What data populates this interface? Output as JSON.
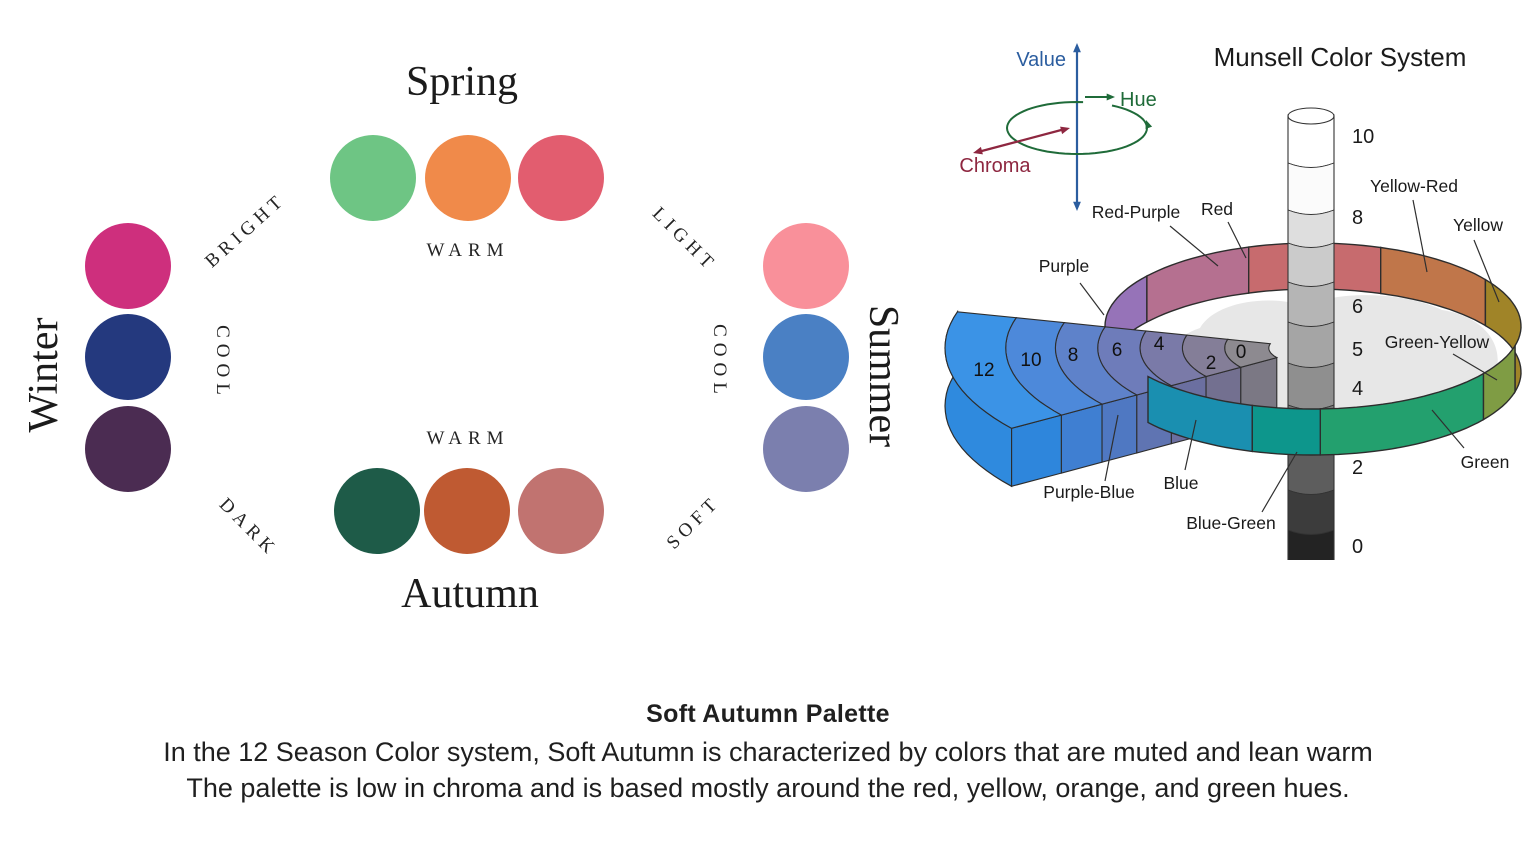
{
  "seasons_wheel": {
    "spring": {
      "title": "Spring",
      "axis_label": "WARM",
      "colors": [
        "#6ec584",
        "#f08a4a",
        "#e25d6f"
      ]
    },
    "summer": {
      "title": "Summer",
      "axis_label": "COOL",
      "colors": [
        "#f9909a",
        "#4a80c4",
        "#7b7fae"
      ]
    },
    "autumn": {
      "title": "Autumn",
      "axis_label": "WARM",
      "colors": [
        "#1e5b48",
        "#bf5a32",
        "#c17370"
      ]
    },
    "winter": {
      "title": "Winter",
      "axis_label": "COOL",
      "colors": [
        "#ce2f7d",
        "#24397e",
        "#4b2c52"
      ]
    },
    "corner_labels": {
      "top_left": "BRIGHT",
      "top_right": "LIGHT",
      "bottom_left": "DARK",
      "bottom_right": "SOFT"
    }
  },
  "munsell": {
    "title": "Munsell Color System",
    "axis_arrows": {
      "value": {
        "label": "Value",
        "color": "#2b5d9f"
      },
      "hue": {
        "label": "Hue",
        "color": "#1f6b39"
      },
      "chroma": {
        "label": "Chroma",
        "color": "#8e2740"
      }
    },
    "value_scale": [
      [
        "10",
        143
      ],
      [
        "8",
        224
      ],
      [
        "6",
        313
      ],
      [
        "5",
        356
      ],
      [
        "4",
        395
      ],
      [
        "2",
        474
      ],
      [
        "0",
        553
      ]
    ],
    "pole_bands": [
      [
        115,
        "#ffffff"
      ],
      [
        163,
        "#fbfbfb"
      ],
      [
        210,
        "#dedede"
      ],
      [
        243,
        "#cbcbcb"
      ],
      [
        282,
        "#b5b5b5"
      ],
      [
        322,
        "#a5a5a5"
      ],
      [
        363,
        "#8f8f8f"
      ],
      [
        405,
        "#787878"
      ],
      [
        447,
        "#5d5d5d"
      ],
      [
        490,
        "#3c3c3c"
      ],
      [
        530,
        "#232323"
      ],
      [
        572,
        "#101010"
      ],
      [
        578,
        null
      ]
    ],
    "hue_segments": [
      {
        "name": "Purple",
        "color": "#9673b8",
        "t1": 180,
        "t2": 217,
        "layer": "back",
        "label": [
          1064,
          272
        ],
        "leader": [
          1080,
          283,
          1104,
          315
        ]
      },
      {
        "name": "Red-Purple",
        "color": "#b57090",
        "t1": 217,
        "t2": 252,
        "layer": "back",
        "label": [
          1136,
          218
        ],
        "leader": [
          1170,
          226,
          1218,
          266
        ]
      },
      {
        "name": "Red",
        "color": "#c76b6e",
        "t1": 252,
        "t2": 289,
        "layer": "back",
        "label": [
          1217,
          215
        ],
        "leader": [
          1228,
          222,
          1246,
          258
        ]
      },
      {
        "name": "Yellow-Red",
        "color": "#c0764a",
        "t1": 289,
        "t2": 326,
        "layer": "back",
        "label": [
          1414,
          192
        ],
        "leader": [
          1413,
          200,
          1427,
          272
        ]
      },
      {
        "name": "Yellow",
        "color": "#a08428",
        "t1": 326,
        "t2": 373.8,
        "layer": "back",
        "label": [
          1478,
          231
        ],
        "leader": [
          1474,
          240,
          1499,
          302
        ]
      },
      {
        "name": "Green-Yellow",
        "color": "#7f9c44",
        "t1": 13.8,
        "t2": 35,
        "layer": "front",
        "label": [
          1437,
          348
        ],
        "leader": [
          1453,
          354,
          1497,
          380
        ]
      },
      {
        "name": "Green",
        "color": "#23a06e",
        "t1": 35,
        "t2": 88,
        "layer": "front",
        "label": [
          1485,
          468
        ],
        "leader": [
          1464,
          448,
          1432,
          410
        ]
      },
      {
        "name": "Blue-Green",
        "color": "#0d968c",
        "t1": 88,
        "t2": 107,
        "layer": "front",
        "label": [
          1231,
          529
        ],
        "leader": [
          1262,
          512,
          1297,
          452
        ]
      },
      {
        "name": "Blue",
        "color": "#1a8fb0",
        "t1": 107,
        "t2": 142.5,
        "layer": "front",
        "label": [
          1181,
          489
        ],
        "leader": [
          1185,
          470,
          1196,
          420
        ]
      },
      {
        "name": "Purple-Blue",
        "color": "#5377c2",
        "t1": 142.5,
        "t2": 180,
        "layer": "hidden",
        "label": [
          1089,
          498
        ],
        "leader": [
          1105,
          481,
          1118,
          415
        ]
      }
    ],
    "chroma_cells": [
      {
        "v": "0",
        "f1": 0.12,
        "f2": 0.24,
        "top": "#8d8a90",
        "front": "#7b7884",
        "num": [
          1241,
          358
        ]
      },
      {
        "v": "2",
        "f1": 0.24,
        "f2": 0.355,
        "top": "#847e98",
        "front": "#737090",
        "num": [
          1211,
          369
        ]
      },
      {
        "v": "4",
        "f1": 0.355,
        "f2": 0.47,
        "top": "#7a7aa8",
        "front": "#6b6fa0",
        "num": [
          1159,
          350
        ]
      },
      {
        "v": "6",
        "f1": 0.47,
        "f2": 0.585,
        "top": "#6e7cba",
        "front": "#5f74b2",
        "num": [
          1117,
          356
        ]
      },
      {
        "v": "8",
        "f1": 0.585,
        "f2": 0.7,
        "top": "#5e82ca",
        "front": "#4f78c2",
        "num": [
          1073,
          361
        ]
      },
      {
        "v": "10",
        "f1": 0.7,
        "f2": 0.835,
        "top": "#4d89da",
        "front": "#3f7fd2",
        "num": [
          1031,
          366
        ]
      },
      {
        "v": "12",
        "f1": 0.835,
        "f2": 1.0,
        "top": "#3b93e6",
        "front": "#2e86dc",
        "num": [
          984,
          376
        ]
      }
    ],
    "wall_color": "#2f8ade"
  },
  "caption": {
    "title": "Soft Autumn Palette",
    "line1": "In the 12 Season Color system, Soft Autumn is characterized by colors that are muted and lean warm",
    "line2": "The palette is low in chroma and is based mostly around the red, yellow, orange, and green hues."
  }
}
